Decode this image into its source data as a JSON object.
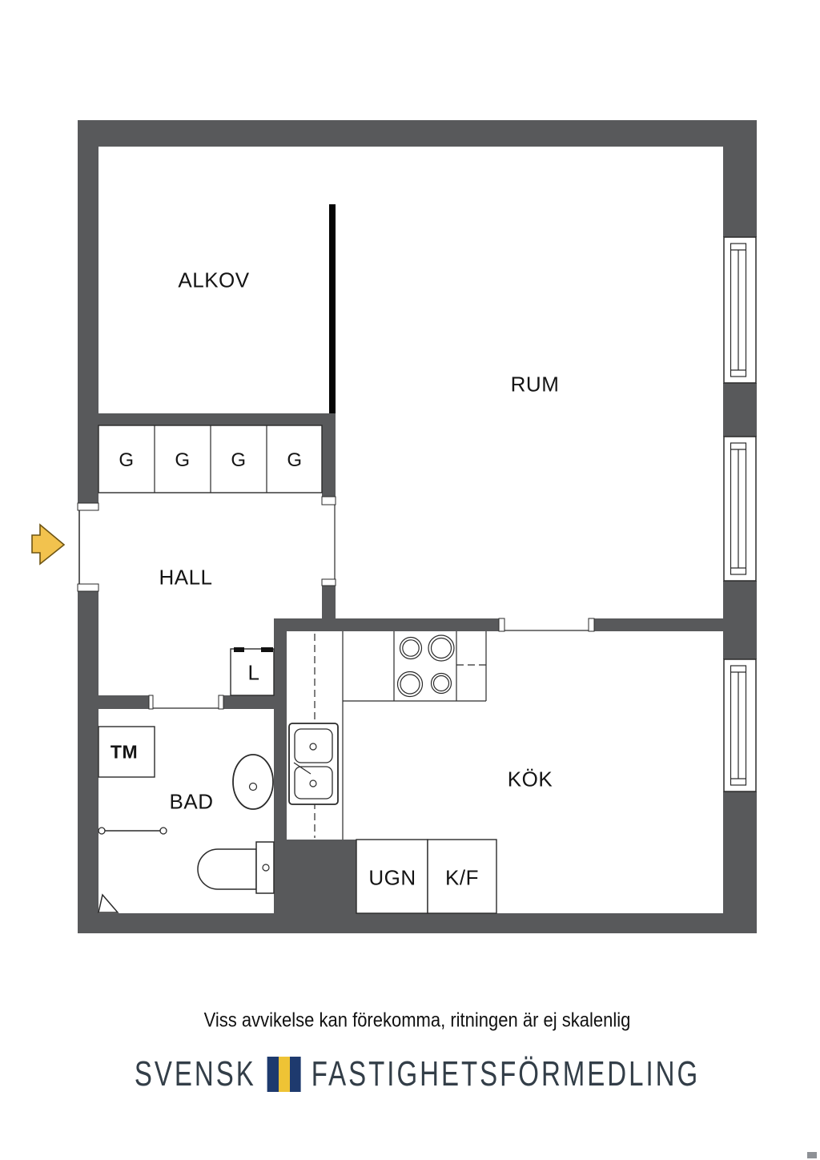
{
  "plan": {
    "rooms": {
      "alkov": "ALKOV",
      "rum": "RUM",
      "hall": "HALL",
      "bad": "BAD",
      "kok": "KÖK"
    },
    "closets": {
      "garderob": [
        "G",
        "G",
        "G",
        "G"
      ],
      "linne": "L"
    },
    "appliances": {
      "tvattmaskin": "TM",
      "ugn": "UGN",
      "kyl_frys": "K/F"
    }
  },
  "footer": {
    "disclaimer": "Viss avvikelse kan förekomma, ritningen är ej skalenlig",
    "brand_left": "SVENSK",
    "brand_right": "FASTIGHETSFÖRMEDLING"
  },
  "colors": {
    "wall": "#58595b",
    "partition": "#050505",
    "entry_arrow_fill": "#f2c24e",
    "entry_arrow_stroke": "#6d5414",
    "flag_blue": "#1e3a6e",
    "flag_yellow": "#eec335",
    "logo_text": "#333e48"
  }
}
